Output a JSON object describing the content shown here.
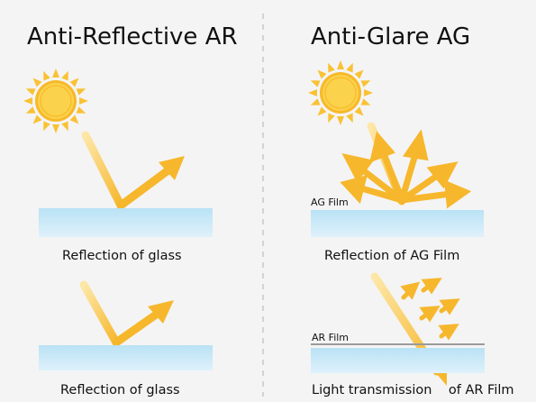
{
  "colors": {
    "background": "#f4f4f4",
    "sun_fill": "#f9c234",
    "sun_core": "#fbd24c",
    "arrow": "#f6b72c",
    "glass_top": "#b9e2f5",
    "glass_bottom": "#dff1fb",
    "divider": "#c8c8c8",
    "ar_film_line": "#9a9a9a"
  },
  "left": {
    "title": "Anti-Reflective AR",
    "caption_top": "Reflection of glass",
    "caption_bottom": "Reflection of glass"
  },
  "right": {
    "title": "Anti-Glare AG",
    "ag_film_label": "AG Film",
    "caption_top": "Reflection of  AG Film",
    "ar_film_label": "AR Film",
    "caption_bottom": "Light transmission    of AR Film"
  },
  "icons": [
    "sun-icon",
    "arrow-icon",
    "glass-pane"
  ]
}
